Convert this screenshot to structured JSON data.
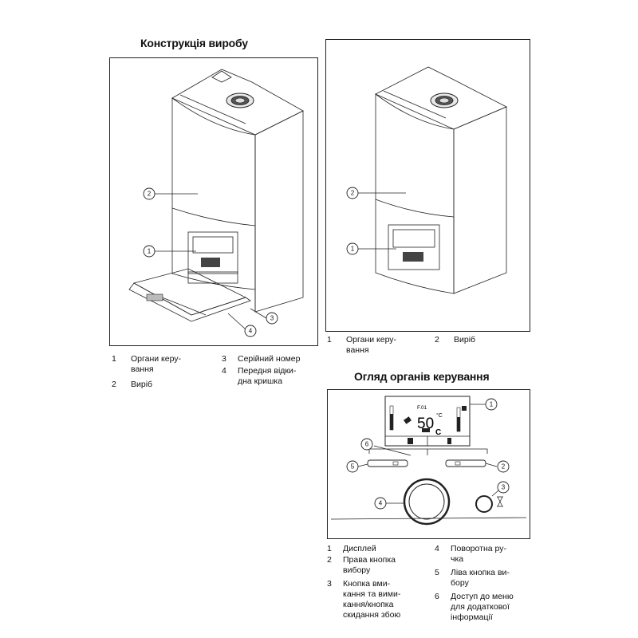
{
  "left_section": {
    "title": "Конструкція виробу",
    "callouts": [
      "2",
      "1",
      "3",
      "4"
    ],
    "legend": [
      {
        "num": "1",
        "text": "Органи керу-\nвання"
      },
      {
        "num": "2",
        "text": "Виріб"
      },
      {
        "num": "3",
        "text": "Серійний номер"
      },
      {
        "num": "4",
        "text": "Передня відки-\nдна кришка"
      }
    ]
  },
  "right_product": {
    "callouts": [
      "2",
      "1"
    ],
    "legend": [
      {
        "num": "1",
        "text": "Органи керу-\nвання"
      },
      {
        "num": "2",
        "text": "Виріб"
      }
    ]
  },
  "controls_section": {
    "title": "Огляд органів керування",
    "display": {
      "code": "F.01",
      "temperature": "50",
      "unit_deg": "°C",
      "mode_letter": "C"
    },
    "callouts": [
      "1",
      "6",
      "5",
      "2",
      "4",
      "3"
    ],
    "legend": [
      {
        "num": "1",
        "text": "Дисплей"
      },
      {
        "num": "2",
        "text": "Права кнопка\nвибору"
      },
      {
        "num": "3",
        "text": "Кнопка вми-\nкання та вими-\nкання/кнопка\nскидання збою"
      },
      {
        "num": "4",
        "text": "Поворотна ру-\nчка"
      },
      {
        "num": "5",
        "text": "Ліва кнопка ви-\nбору"
      },
      {
        "num": "6",
        "text": "Доступ до меню\nдля додаткової\nінформації"
      }
    ]
  }
}
